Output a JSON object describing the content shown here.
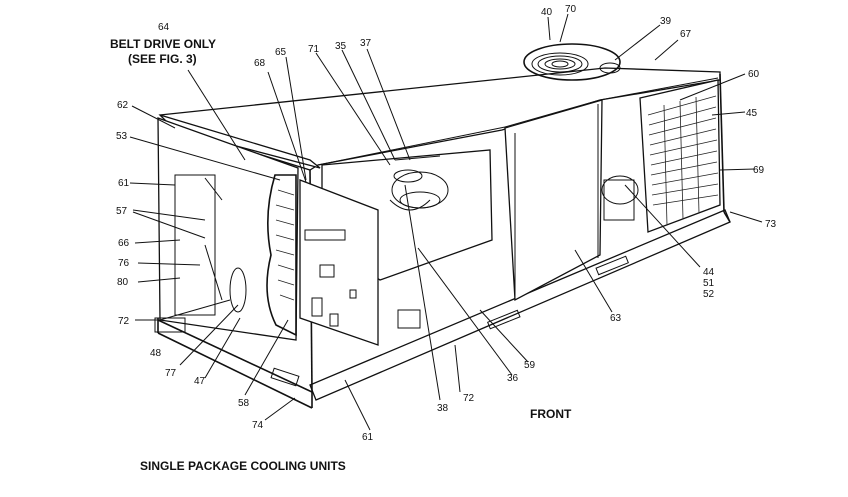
{
  "figure": {
    "title": "SINGLE PACKAGE COOLING UNITS",
    "front_label": "FRONT",
    "note_line1": "BELT DRIVE ONLY",
    "note_line2": "(SEE FIG. 3)"
  },
  "callouts": {
    "c40": "40",
    "c70": "70",
    "c39": "39",
    "c67": "67",
    "c64": "64",
    "c68": "68",
    "c65": "65",
    "c71": "71",
    "c35": "35",
    "c37": "37",
    "c60": "60",
    "c62": "62",
    "c45": "45",
    "c53": "53",
    "c69": "69",
    "c61a": "61",
    "c57": "57",
    "c73": "73",
    "c66": "66",
    "c76": "76",
    "c80": "80",
    "c44": "44",
    "c51": "51",
    "c52": "52",
    "c72a": "72",
    "c63": "63",
    "c48": "48",
    "c59": "59",
    "c77": "77",
    "c36": "36",
    "c47": "47",
    "c72b": "72",
    "c58": "58",
    "c38": "38",
    "c74": "74",
    "c61b": "61"
  }
}
